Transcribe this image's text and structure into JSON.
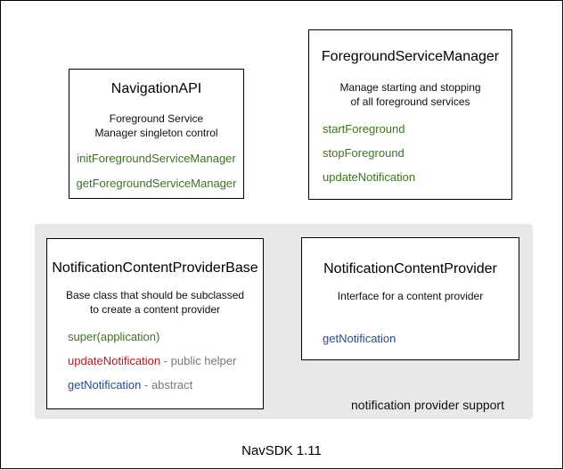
{
  "colors": {
    "method_green": "#38761d",
    "method_red": "#ad1d21",
    "method_blue": "#1b4e9b",
    "annotation_gray": "#777777",
    "group_bg": "#e8e8e8"
  },
  "boxes": {
    "navigation_api": {
      "title": "NavigationAPI",
      "desc_lines": [
        "Foreground Service",
        "Manager singleton control"
      ],
      "methods": [
        "initForegroundServiceManager",
        "getForegroundServiceManager"
      ]
    },
    "foreground_service_manager": {
      "title": "ForegroundServiceManager",
      "desc_lines": [
        "Manage starting and stopping",
        "of all foreground services"
      ],
      "methods": [
        "startForeground",
        "stopForeground",
        "updateNotification"
      ]
    },
    "notification_content_provider_base": {
      "title": "NotificationContentProviderBase",
      "desc_lines": [
        "Base class that should be subclassed",
        "to create a content provider"
      ],
      "methods": [
        {
          "name": "super(application)",
          "suffix": ""
        },
        {
          "name": "updateNotification",
          "suffix": " - public helper"
        },
        {
          "name": "getNotification",
          "suffix": " - abstract"
        }
      ]
    },
    "notification_content_provider": {
      "title": "NotificationContentProvider",
      "desc_lines": [
        "Interface for a content provider"
      ],
      "methods": [
        "getNotification"
      ]
    }
  },
  "group": {
    "label": "notification provider support"
  },
  "footer": {
    "label": "NavSDK 1.11"
  }
}
